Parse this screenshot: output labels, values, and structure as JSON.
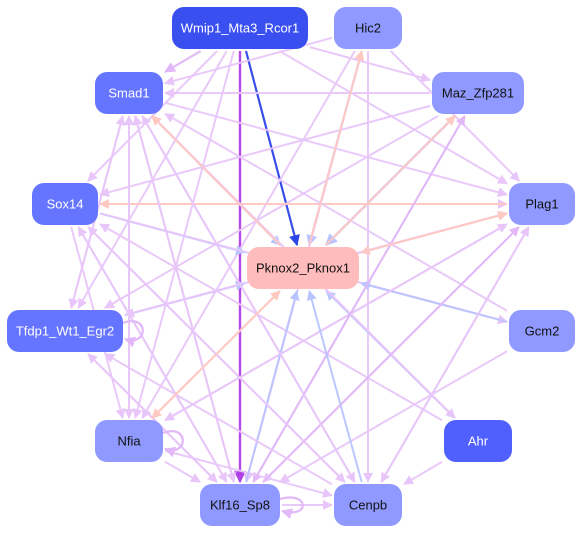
{
  "graph": {
    "nodes": [
      {
        "id": "wmip1",
        "label": "Wmip1_Mta3_Rcor1",
        "fill": "#3a4ff0",
        "text": "#ffffff"
      },
      {
        "id": "hic2",
        "label": "Hic2",
        "fill": "#8f99ff",
        "text": "#111111"
      },
      {
        "id": "smad1",
        "label": "Smad1",
        "fill": "#6675ff",
        "text": "#ffffff"
      },
      {
        "id": "maz",
        "label": "Maz_Zfp281",
        "fill": "#8f99ff",
        "text": "#111111"
      },
      {
        "id": "sox14",
        "label": "Sox14",
        "fill": "#6675ff",
        "text": "#ffffff"
      },
      {
        "id": "plag1",
        "label": "Plag1",
        "fill": "#8f99ff",
        "text": "#111111"
      },
      {
        "id": "pknox",
        "label": "Pknox2_Pknox1",
        "fill": "#ffbcbc",
        "text": "#111111"
      },
      {
        "id": "tfdp1",
        "label": "Tfdp1_Wt1_Egr2",
        "fill": "#6675ff",
        "text": "#ffffff"
      },
      {
        "id": "gcm2",
        "label": "Gcm2",
        "fill": "#8f99ff",
        "text": "#111111"
      },
      {
        "id": "nfia",
        "label": "Nfia",
        "fill": "#8f99ff",
        "text": "#111111"
      },
      {
        "id": "ahr",
        "label": "Ahr",
        "fill": "#5060ff",
        "text": "#ffffff"
      },
      {
        "id": "klf16",
        "label": "Klf16_Sp8",
        "fill": "#8f99ff",
        "text": "#111111"
      },
      {
        "id": "cenpb",
        "label": "Cenpb",
        "fill": "#8f99ff",
        "text": "#111111"
      }
    ],
    "edges": [
      {
        "from": "wmip1",
        "to": "pknox",
        "color": "#2b45e6",
        "w": 2.2
      },
      {
        "from": "wmip1",
        "to": "klf16",
        "color": "#b040e8",
        "w": 2.4
      },
      {
        "from": "wmip1",
        "to": "smad1",
        "color": "#e2b8f8",
        "w": 2.2
      },
      {
        "from": "wmip1",
        "to": "sox14",
        "color": "#e8c6fa",
        "w": 2
      },
      {
        "from": "wmip1",
        "to": "tfdp1",
        "color": "#e8c6fa",
        "w": 2
      },
      {
        "from": "wmip1",
        "to": "nfia",
        "color": "#e8c6fa",
        "w": 2
      },
      {
        "from": "wmip1",
        "to": "plag1",
        "color": "#e8c6fa",
        "w": 2
      },
      {
        "from": "wmip1",
        "to": "maz",
        "color": "#e8c6fa",
        "w": 2
      },
      {
        "from": "hic2",
        "to": "pknox",
        "color": "#b8c4ff",
        "w": 2.2
      },
      {
        "from": "hic2",
        "to": "smad1",
        "color": "#e8c6fa",
        "w": 2
      },
      {
        "from": "hic2",
        "to": "plag1",
        "color": "#e8c6fa",
        "w": 2
      },
      {
        "from": "hic2",
        "to": "nfia",
        "color": "#e8c6fa",
        "w": 2
      },
      {
        "from": "hic2",
        "to": "cenpb",
        "color": "#e8c6fa",
        "w": 2
      },
      {
        "from": "hic2",
        "to": "klf16",
        "color": "#e8c6fa",
        "w": 2
      },
      {
        "from": "maz",
        "to": "pknox",
        "color": "#b8c4ff",
        "w": 2.4
      },
      {
        "from": "maz",
        "to": "smad1",
        "color": "#e8c6fa",
        "w": 2
      },
      {
        "from": "maz",
        "to": "sox14",
        "color": "#e8c6fa",
        "w": 2
      },
      {
        "from": "maz",
        "to": "klf16",
        "color": "#e2b8f8",
        "w": 2
      },
      {
        "from": "maz",
        "to": "tfdp1",
        "color": "#e8c6fa",
        "w": 2
      },
      {
        "from": "smad1",
        "to": "pknox",
        "color": "#b8c4ff",
        "w": 2
      },
      {
        "from": "smad1",
        "to": "plag1",
        "color": "#e8c6fa",
        "w": 2
      },
      {
        "from": "smad1",
        "to": "klf16",
        "color": "#e8c6fa",
        "w": 2
      },
      {
        "from": "smad1",
        "to": "cenpb",
        "color": "#e8c6fa",
        "w": 2
      },
      {
        "from": "smad1",
        "to": "ahr",
        "color": "#e8c6fa",
        "w": 2
      },
      {
        "from": "smad1",
        "to": "nfia",
        "color": "#e8c6fa",
        "w": 2
      },
      {
        "from": "smad1",
        "to": "tfdp1",
        "color": "#e8c6fa",
        "w": 2
      },
      {
        "from": "sox14",
        "to": "pknox",
        "color": "#b8c4ff",
        "w": 2
      },
      {
        "from": "sox14",
        "to": "plag1",
        "color": "#e8c6fa",
        "w": 2
      },
      {
        "from": "sox14",
        "to": "klf16",
        "color": "#e8c6fa",
        "w": 2
      },
      {
        "from": "sox14",
        "to": "cenpb",
        "color": "#e8c6fa",
        "w": 2
      },
      {
        "from": "sox14",
        "to": "gcm2",
        "color": "#e8c6fa",
        "w": 2
      },
      {
        "from": "sox14",
        "to": "nfia",
        "color": "#e8c6fa",
        "w": 2
      },
      {
        "from": "plag1",
        "to": "pknox",
        "color": "#ffc8c0",
        "w": 2
      },
      {
        "from": "plag1",
        "to": "sox14",
        "color": "#ffc8c0",
        "w": 2
      },
      {
        "from": "plag1",
        "to": "klf16",
        "color": "#e8c6fa",
        "w": 2
      },
      {
        "from": "plag1",
        "to": "nfia",
        "color": "#e8c6fa",
        "w": 2
      },
      {
        "from": "plag1",
        "to": "tfdp1",
        "color": "#e8c6fa",
        "w": 2
      },
      {
        "from": "plag1",
        "to": "cenpb",
        "color": "#e8c6fa",
        "w": 2
      },
      {
        "from": "tfdp1",
        "to": "pknox",
        "color": "#b8c4ff",
        "w": 2
      },
      {
        "from": "tfdp1",
        "to": "plag1",
        "color": "#e8c6fa",
        "w": 2
      },
      {
        "from": "tfdp1",
        "to": "klf16",
        "color": "#e8c6fa",
        "w": 2
      },
      {
        "from": "tfdp1",
        "to": "smad1",
        "color": "#e8c6fa",
        "w": 2
      },
      {
        "from": "gcm2",
        "to": "pknox",
        "color": "#b8c4ff",
        "w": 2
      },
      {
        "from": "gcm2",
        "to": "smad1",
        "color": "#e8c6fa",
        "w": 2
      },
      {
        "from": "gcm2",
        "to": "klf16",
        "color": "#e8c6fa",
        "w": 2
      },
      {
        "from": "nfia",
        "to": "pknox",
        "color": "#ffc8c0",
        "w": 2
      },
      {
        "from": "nfia",
        "to": "smad1",
        "color": "#e8c6fa",
        "w": 2
      },
      {
        "from": "nfia",
        "to": "plag1",
        "color": "#e8c6fa",
        "w": 2
      },
      {
        "from": "nfia",
        "to": "cenpb",
        "color": "#e8c6fa",
        "w": 2
      },
      {
        "from": "nfia",
        "to": "klf16",
        "color": "#e8c6fa",
        "w": 2
      },
      {
        "from": "ahr",
        "to": "pknox",
        "color": "#b8c4ff",
        "w": 2
      },
      {
        "from": "ahr",
        "to": "smad1",
        "color": "#e8c6fa",
        "w": 2
      },
      {
        "from": "ahr",
        "to": "sox14",
        "color": "#e8c6fa",
        "w": 2
      },
      {
        "from": "ahr",
        "to": "cenpb",
        "color": "#e8c6fa",
        "w": 2
      },
      {
        "from": "klf16",
        "to": "pknox",
        "color": "#b8c4ff",
        "w": 2
      },
      {
        "from": "klf16",
        "to": "plag1",
        "color": "#e2b8f8",
        "w": 2
      },
      {
        "from": "klf16",
        "to": "maz",
        "color": "#e2b8f8",
        "w": 2
      },
      {
        "from": "klf16",
        "to": "smad1",
        "color": "#e8c6fa",
        "w": 2
      },
      {
        "from": "klf16",
        "to": "tfdp1",
        "color": "#e8c6fa",
        "w": 2
      },
      {
        "from": "klf16",
        "to": "sox14",
        "color": "#e8c6fa",
        "w": 2
      },
      {
        "from": "klf16",
        "to": "cenpb",
        "color": "#e8c6fa",
        "w": 2
      },
      {
        "from": "cenpb",
        "to": "pknox",
        "color": "#b8c4ff",
        "w": 2
      },
      {
        "from": "cenpb",
        "to": "plag1",
        "color": "#e8c6fa",
        "w": 2
      },
      {
        "from": "cenpb",
        "to": "smad1",
        "color": "#e8c6fa",
        "w": 2
      },
      {
        "from": "cenpb",
        "to": "sox14",
        "color": "#e8c6fa",
        "w": 2
      },
      {
        "from": "cenpb",
        "to": "tfdp1",
        "color": "#e8c6fa",
        "w": 2
      },
      {
        "from": "pknox",
        "to": "maz",
        "color": "#ffc8c0",
        "w": 2
      },
      {
        "from": "pknox",
        "to": "plag1",
        "color": "#ffc8c0",
        "w": 2
      },
      {
        "from": "pknox",
        "to": "nfia",
        "color": "#ffc8c0",
        "w": 2
      },
      {
        "from": "pknox",
        "to": "smad1",
        "color": "#ffc8c0",
        "w": 2
      },
      {
        "from": "pknox",
        "to": "hic2",
        "color": "#ffc8c0",
        "w": 2
      }
    ],
    "self_loops": [
      {
        "node": "nfia",
        "color": "#e2b8f8"
      },
      {
        "node": "tfdp1",
        "color": "#e2b8f8"
      },
      {
        "node": "klf16",
        "color": "#e2b8f8"
      }
    ]
  }
}
